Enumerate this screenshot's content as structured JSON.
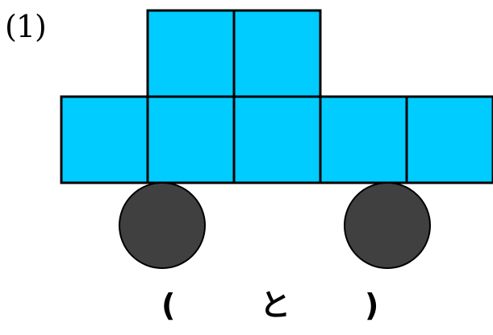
{
  "problem": {
    "number_label": "(1)"
  },
  "figure": {
    "block_color": "#00ccff",
    "block_border_color": "#000000",
    "wheel_color": "#404040",
    "top_row_blocks": 2,
    "bottom_row_blocks": 5,
    "wheels": 2
  },
  "answer": {
    "open_paren": "(",
    "connector": "と",
    "close_paren": ")"
  }
}
